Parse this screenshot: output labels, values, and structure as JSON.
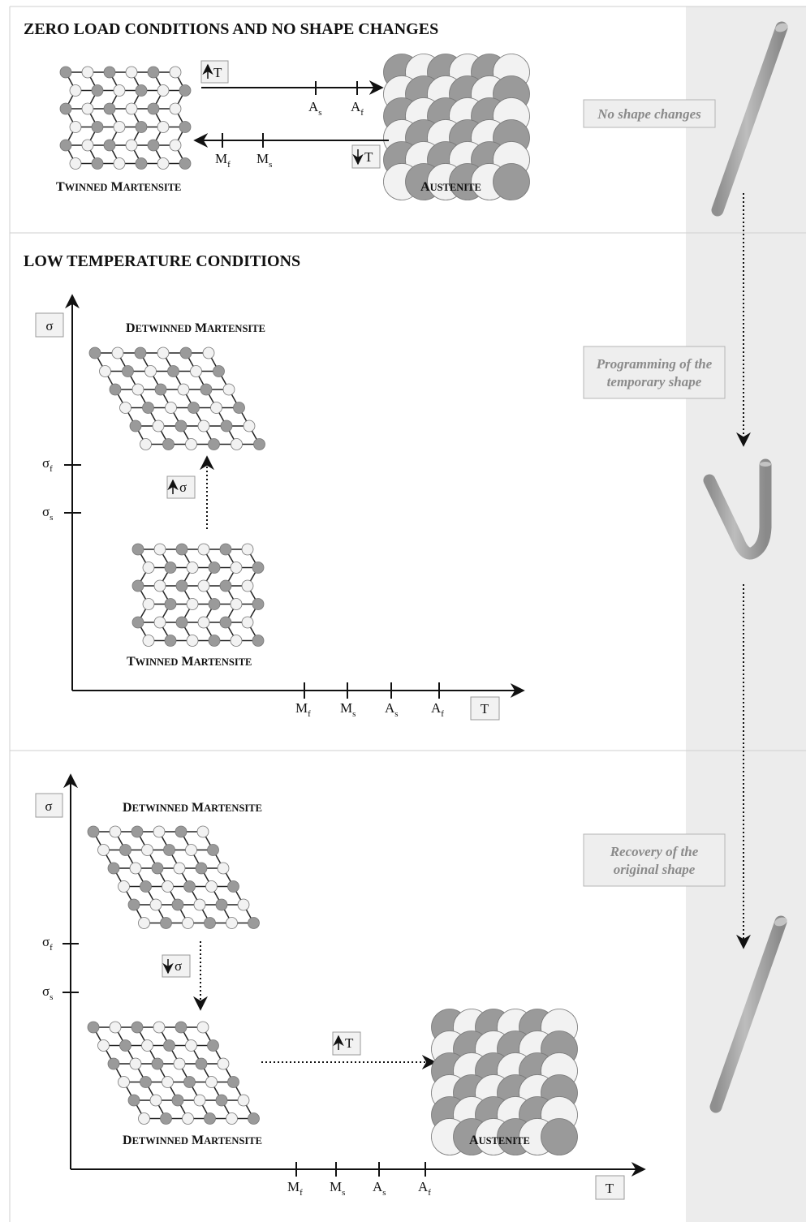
{
  "sections": {
    "zero_load": {
      "title": "ZERO LOAD CONDITIONS AND NO SHAPE CHANGES",
      "left_structure_label": "Twinned martensite",
      "right_structure_label": "Austenite",
      "heating_box": "T",
      "cooling_box": "T",
      "ticks_heating": [
        {
          "main": "A",
          "sub": "s"
        },
        {
          "main": "A",
          "sub": "f"
        }
      ],
      "ticks_cooling": [
        {
          "main": "M",
          "sub": "f"
        },
        {
          "main": "M",
          "sub": "s"
        }
      ],
      "side_label": "No shape changes"
    },
    "low_temp": {
      "title": "LOW TEMPERATURE CONDITIONS",
      "top_structure_label": "Detwinned martensite",
      "bottom_structure_label": "Twinned martensite",
      "sigma_box": "σ",
      "stress_up_box": "σ",
      "t_box": "T",
      "y_ticks": [
        {
          "main": "σ",
          "sub": "f"
        },
        {
          "main": "σ",
          "sub": "s"
        }
      ],
      "x_ticks": [
        {
          "main": "M",
          "sub": "f"
        },
        {
          "main": "M",
          "sub": "s"
        },
        {
          "main": "A",
          "sub": "s"
        },
        {
          "main": "A",
          "sub": "f"
        }
      ],
      "side_label_line1": "Programming of the",
      "side_label_line2": "temporary shape"
    },
    "recovery": {
      "top_structure_label": "Detwinned martensite",
      "bottom_left_label": "Detwinned martensite",
      "bottom_right_label": "Austenite",
      "sigma_box": "σ",
      "stress_down_box": "σ",
      "heating_box": "T",
      "t_box": "T",
      "y_ticks": [
        {
          "main": "σ",
          "sub": "f"
        },
        {
          "main": "σ",
          "sub": "s"
        }
      ],
      "x_ticks": [
        {
          "main": "M",
          "sub": "f"
        },
        {
          "main": "M",
          "sub": "s"
        },
        {
          "main": "A",
          "sub": "s"
        },
        {
          "main": "A",
          "sub": "f"
        }
      ],
      "side_label_line1": "Recovery of the",
      "side_label_line2": "original shape"
    }
  },
  "colors": {
    "atom_dark": "#9a9a9a",
    "atom_light": "#f2f2f2",
    "side_panel": "#ececec",
    "rod": "#a9a9a9",
    "label_grey": "#8a8a8a"
  }
}
